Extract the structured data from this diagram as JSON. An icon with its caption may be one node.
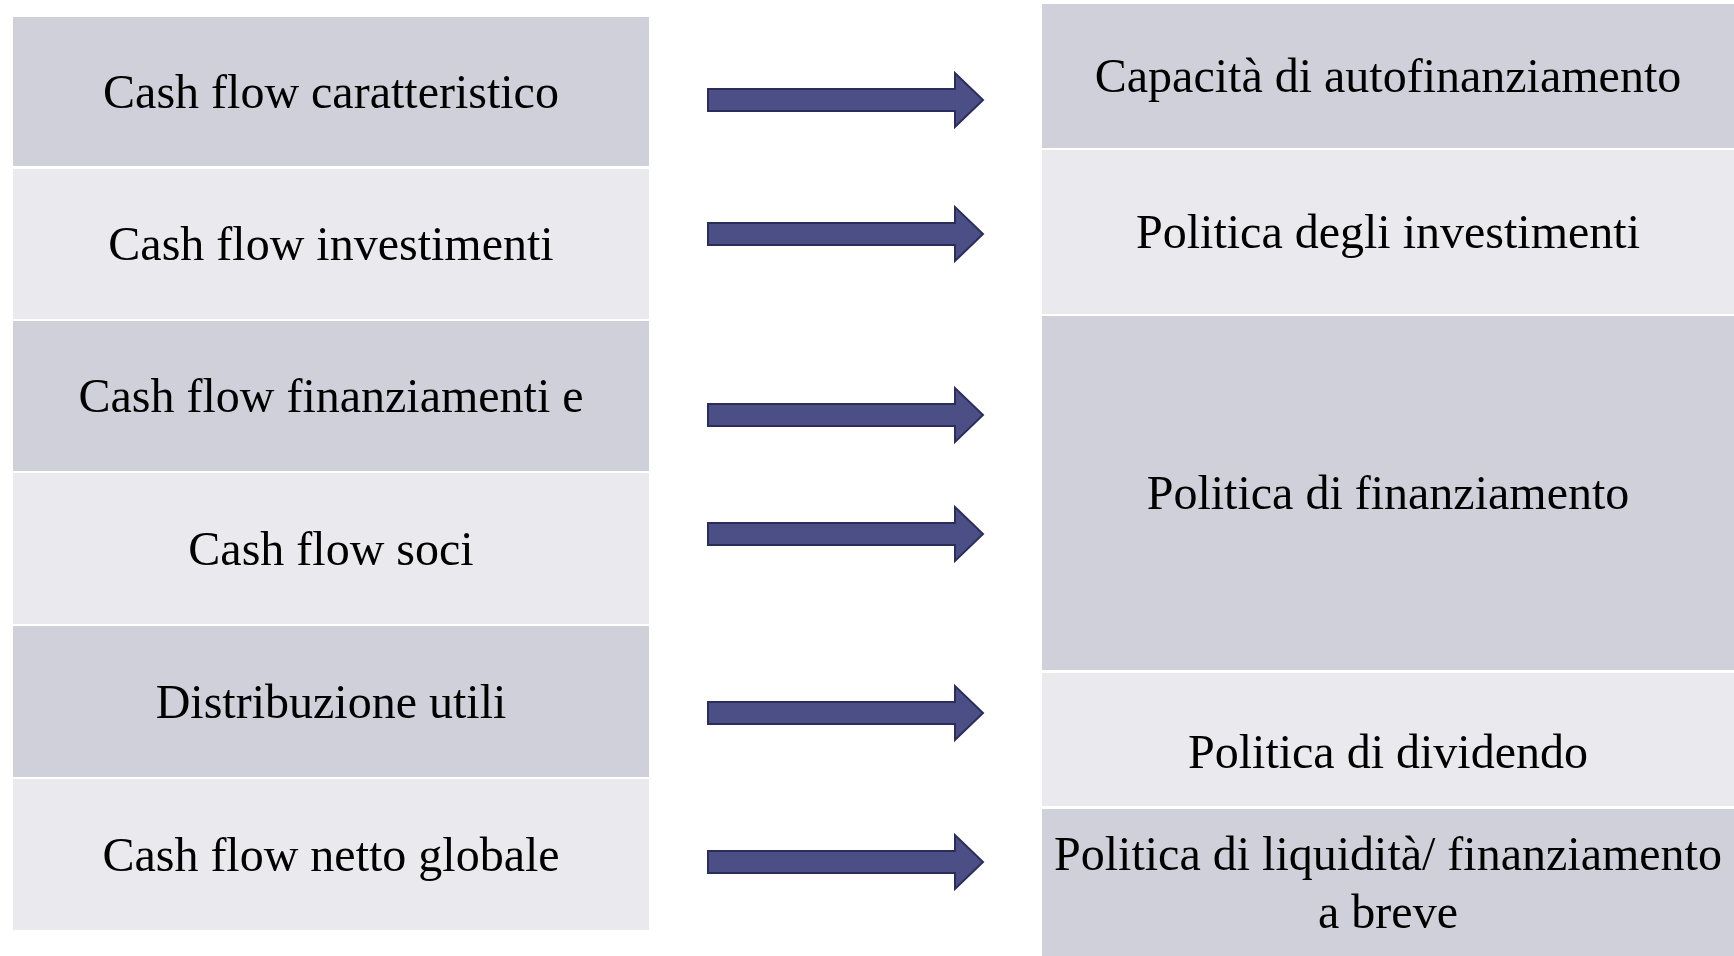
{
  "diagram": {
    "nodes": [
      {
        "text": [
          "Cash flow caratteristico"
        ]
      },
      {
        "text": [
          "Cash flow investimenti"
        ]
      },
      {
        "text": [
          "Cash flow finanziamenti e"
        ]
      },
      {
        "text": [
          "Cash flow soci"
        ]
      },
      {
        "text": [
          "Distribuzione utili"
        ]
      },
      {
        "text": [
          "Cash flow netto globale"
        ]
      },
      {
        "text": [
          "Capacità di autofinanziamento"
        ]
      },
      {
        "text": [
          "Politica degli investimenti"
        ]
      },
      {
        "text": [
          "Politica di finanziamento"
        ]
      },
      {
        "text": [
          "Politica di dividendo"
        ]
      },
      {
        "text": [
          "Politica di liquidità/ finanziamento a breve"
        ]
      }
    ],
    "edges": [
      {
        "from": 0,
        "to": 6,
        "arrow": "to"
      },
      {
        "from": 1,
        "to": 7,
        "arrow": "to"
      },
      {
        "from": 2,
        "to": 8,
        "arrow": "to"
      },
      {
        "from": 3,
        "to": 8,
        "arrow": "to"
      },
      {
        "from": 4,
        "to": 9,
        "arrow": "to"
      },
      {
        "from": 5,
        "to": 10,
        "arrow": "to"
      }
    ]
  }
}
